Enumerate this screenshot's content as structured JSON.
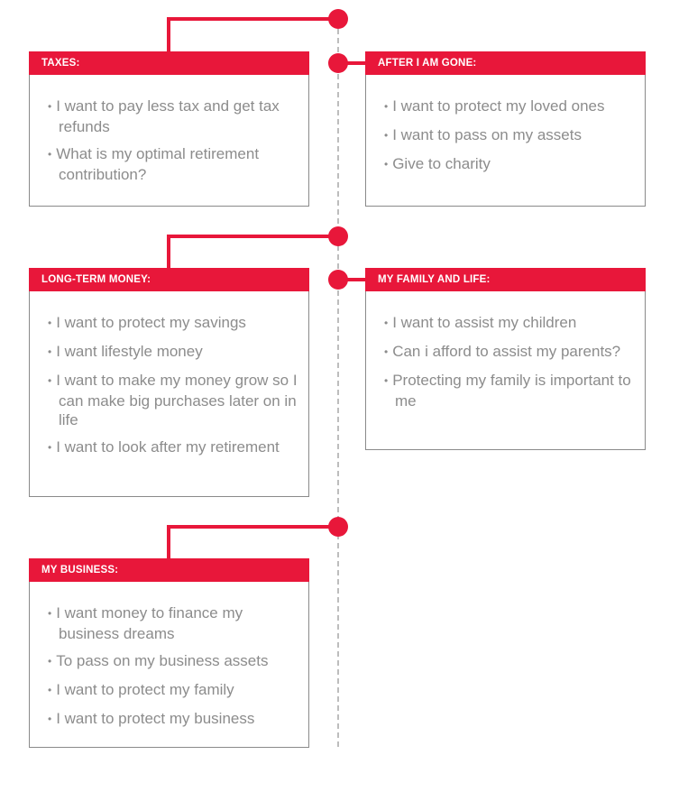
{
  "colors": {
    "accent": "#e8173a",
    "text": "#8c8c8c",
    "border": "#8a8a8a",
    "timeline": "#bdbdbd"
  },
  "cards": {
    "taxes": {
      "title": "TAXES:",
      "items": [
        "I want to pay less tax and get tax refunds",
        "What is my optimal retirement contribution?"
      ]
    },
    "after_gone": {
      "title": "AFTER I AM GONE:",
      "items": [
        "I want to protect my loved ones",
        "I want to pass on my assets",
        "Give to charity"
      ]
    },
    "long_term": {
      "title": "LONG-TERM MONEY:",
      "items": [
        "I want to protect my savings",
        "I want lifestyle money",
        "I want to make my money grow so I can make big purchases later on in life",
        "I want to look after my retirement"
      ]
    },
    "family_life": {
      "title": "MY FAMILY AND LIFE:",
      "items": [
        "I want to assist my children",
        "Can i afford to assist my parents?",
        "Protecting my family is important to me"
      ]
    },
    "business": {
      "title": "MY BUSINESS:",
      "items": [
        "I want money to finance my business dreams",
        "To pass on my business assets",
        "I want to protect my family",
        "I want to protect my business"
      ]
    }
  }
}
